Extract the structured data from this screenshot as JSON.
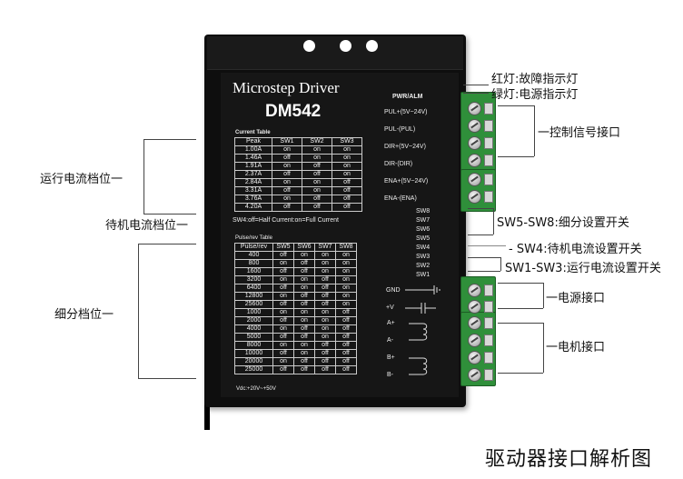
{
  "device": {
    "brand": "Microstep  Driver",
    "model": "DM542",
    "current_table_title": "Current Table",
    "pulse_table_title": "Pulse/rev Table",
    "sw4_note": "SW4:off=Half Current:on=Full Current",
    "vdc": "Vdc:+20V~+50V",
    "pwr_alm": "PWR/ALM",
    "signals": [
      "PUL+(5V~24V)",
      "PUL-(PUL)",
      "DIR+(5V~24V)",
      "DIR-(DIR)",
      "ENA+(5V~24V)",
      "ENA-(ENA)"
    ],
    "switches": [
      "SW8",
      "SW7",
      "SW6",
      "SW5",
      "SW4",
      "SW3",
      "SW2",
      "SW1"
    ],
    "power_pins": [
      "GND",
      "+V"
    ],
    "motor_pins": [
      "A+",
      "A-",
      "B+",
      "B-"
    ]
  },
  "current_table": {
    "header": [
      "Peak",
      "SW1",
      "SW2",
      "SW3"
    ],
    "rows": [
      [
        "1.00A",
        "on",
        "on",
        "on"
      ],
      [
        "1.46A",
        "off",
        "on",
        "on"
      ],
      [
        "1.91A",
        "on",
        "off",
        "on"
      ],
      [
        "2.37A",
        "off",
        "off",
        "on"
      ],
      [
        "2.84A",
        "on",
        "on",
        "off"
      ],
      [
        "3.31A",
        "off",
        "on",
        "off"
      ],
      [
        "3.76A",
        "on",
        "off",
        "off"
      ],
      [
        "4.20A",
        "off",
        "off",
        "off"
      ]
    ]
  },
  "pulse_table": {
    "header": [
      "Pulse/rev",
      "SW5",
      "SW6",
      "SW7",
      "SW8"
    ],
    "rows": [
      [
        "400",
        "off",
        "on",
        "on",
        "on"
      ],
      [
        "800",
        "on",
        "off",
        "on",
        "on"
      ],
      [
        "1600",
        "off",
        "off",
        "on",
        "on"
      ],
      [
        "3200",
        "on",
        "on",
        "off",
        "on"
      ],
      [
        "6400",
        "off",
        "on",
        "off",
        "on"
      ],
      [
        "12800",
        "on",
        "off",
        "off",
        "on"
      ],
      [
        "25600",
        "off",
        "off",
        "off",
        "on"
      ],
      [
        "1000",
        "on",
        "on",
        "on",
        "off"
      ],
      [
        "2000",
        "off",
        "on",
        "on",
        "off"
      ],
      [
        "4000",
        "on",
        "off",
        "on",
        "off"
      ],
      [
        "5000",
        "off",
        "off",
        "on",
        "off"
      ],
      [
        "8000",
        "on",
        "on",
        "off",
        "off"
      ],
      [
        "10000",
        "off",
        "on",
        "off",
        "off"
      ],
      [
        "20000",
        "on",
        "off",
        "off",
        "off"
      ],
      [
        "25000",
        "off",
        "off",
        "off",
        "off"
      ]
    ]
  },
  "annotations": {
    "red_led": "红灯:故障指示灯",
    "green_led": "绿灯:电源指示灯",
    "control_signal": "一控制信号接口",
    "sw5_sw8": "SW5-SW8:细分设置开关",
    "sw4": "- SW4:待机电流设置开关",
    "sw1_sw3": "SW1-SW3:运行电流设置开关",
    "power_port": "一电源接口",
    "motor_port": "一电机接口",
    "run_current": "运行电流档位一",
    "standby_current": "待机电流档位一",
    "microstep": "细分档位一"
  },
  "title": "驱动器接口解析图"
}
